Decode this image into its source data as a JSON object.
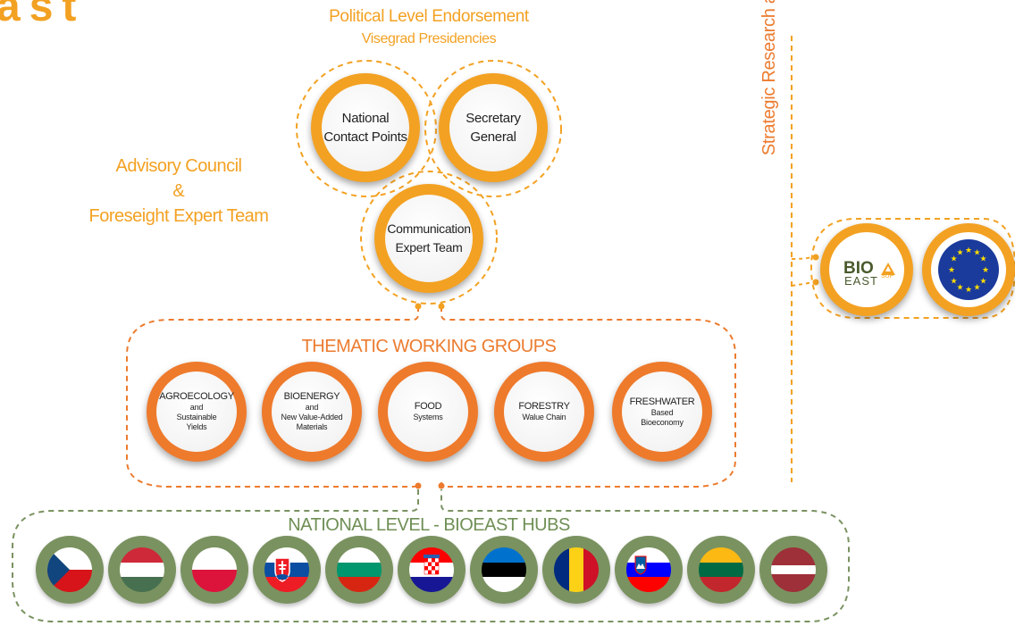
{
  "logo_fragment": "ast",
  "top": {
    "title": "Political Level Endorsement",
    "subtitle": "Visegrad Presidencies"
  },
  "advisory": {
    "line1": "Advisory Council",
    "line2": "&",
    "line3": "Foreseight Expert Team"
  },
  "core_circles": [
    {
      "line1": "National",
      "line2": "Contact Points"
    },
    {
      "line1": "Secretary",
      "line2": "General"
    },
    {
      "line1": "Communication",
      "line2": "Expert Team"
    }
  ],
  "thematic": {
    "title": "THEMATIC WORKING GROUPS",
    "groups": [
      {
        "title": "AGROECOLOGY",
        "sub1": "and",
        "sub2": "Sustainable",
        "sub3": "Yields"
      },
      {
        "title": "BIOENERGY",
        "sub1": "and",
        "sub2": "New Value-Added",
        "sub3": "Materials"
      },
      {
        "title": "FOOD",
        "sub1": "Systems",
        "sub2": "",
        "sub3": ""
      },
      {
        "title": "FORESTRY",
        "sub1": "Walue Chain",
        "sub2": "",
        "sub3": ""
      },
      {
        "title": "FRESHWATER",
        "sub1": "Based",
        "sub2": "Bioeconomy",
        "sub3": ""
      }
    ]
  },
  "national": {
    "title": "NATIONAL LEVEL - BIOEAST HUBS",
    "flags": [
      "czech-republic",
      "hungary",
      "poland",
      "slovakia",
      "bulgaria",
      "croatia",
      "estonia",
      "romania",
      "slovenia",
      "lithuania",
      "latvia"
    ]
  },
  "side_label": "Strategic Research and Innovation Agenda",
  "logos": {
    "bioeast_bio": "BIO",
    "bioeast_east": "EAST",
    "bioeast_sup": "SUP"
  },
  "colors": {
    "orange": "#f3a122",
    "dark_orange": "#ec7b2e",
    "green": "#7a9260"
  }
}
